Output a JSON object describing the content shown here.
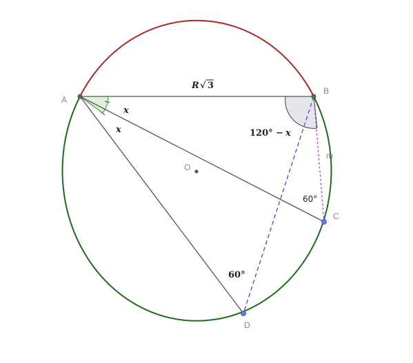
{
  "points": {
    "A": "A",
    "B": "B",
    "C": "C",
    "D": "D",
    "O": "O"
  },
  "labels": {
    "chord_ab_R": "R",
    "chord_ab_radical": "√",
    "chord_ab_3": "3",
    "angle_x_top": "x",
    "angle_x_bottom": "x",
    "angle_b_expr_num": "120° − ",
    "angle_b_expr_var": "x",
    "angle_c": "60°",
    "angle_d": "60°",
    "line_m": "m"
  },
  "colors": {
    "upper_arc": "#b22222",
    "lower_arc": "#1e6b1e",
    "segments": "#555555",
    "dashed_bd": "#3a4fd6",
    "dashed_bc": "#a040e0",
    "angle_a_fill": "#dff0dc",
    "angle_b_fill": "#e6e6ea",
    "point_blue": "#6a78e8"
  }
}
